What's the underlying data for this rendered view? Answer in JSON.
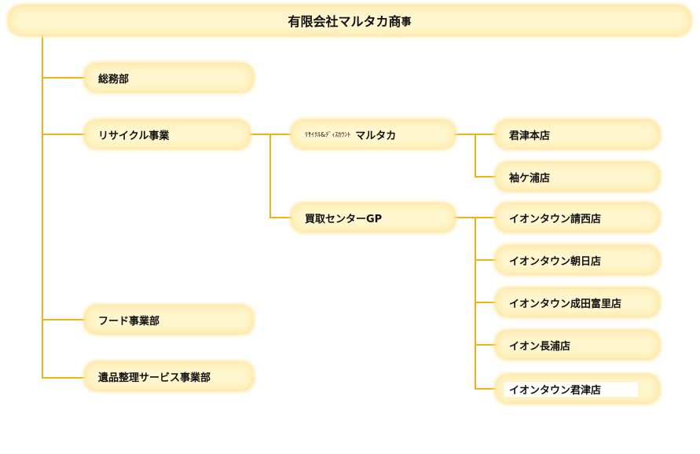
{
  "company": {
    "name": "有限会社マルタカ商",
    "name_suffix": "事"
  },
  "departments": {
    "soumu": "総務部",
    "recycle": "リサイクル事業",
    "food": "フード事業部",
    "ihin": "遺品整理サービス事業部"
  },
  "recycle_units": {
    "discount_prefix": "ﾘｻｲｸﾙ&ﾃﾞｨｽｶｳﾝﾄ",
    "discount_name": "マルタカ",
    "kaitori": "買取センターGP"
  },
  "discount_stores": [
    "君津本店",
    "袖ケ浦店"
  ],
  "kaitori_stores": [
    "イオンタウン請西店",
    "イオンタウン朝日店",
    "イオンタウン成田富里店",
    "イオン長浦店",
    "イオンタウン君津店"
  ]
}
